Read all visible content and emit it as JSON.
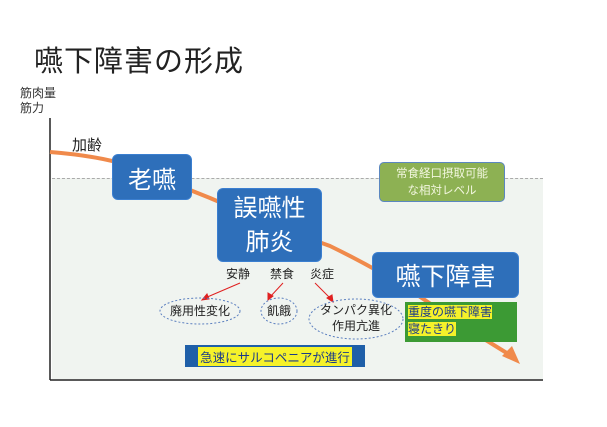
{
  "title": "嚥下障害の形成",
  "y_axis_label": [
    "筋肉量",
    "筋力"
  ],
  "aging_label": "加齢",
  "stages": {
    "rouen": "老嚥",
    "pneumonia": [
      "誤嚥性",
      "肺炎"
    ],
    "dysphagia": "嚥下障害"
  },
  "level_box": [
    "常食経口摂取可能",
    "な相対レベル"
  ],
  "causes": [
    "安静",
    "禁食",
    "炎症"
  ],
  "effects": {
    "disuse": "廃用性変化",
    "starvation": "飢餓",
    "catabolism": [
      "タンパク異化",
      "作用亢進"
    ]
  },
  "outcome": [
    "重度の嚥下障害",
    "寝たきり"
  ],
  "sarcopenia": "急速にサルコペニアが進行",
  "colors": {
    "blue": "#2e6fba",
    "curve": "#f08a4b",
    "green": "#8db153",
    "dark_green": "#3c9a34",
    "yellow": "#f5f22a"
  }
}
